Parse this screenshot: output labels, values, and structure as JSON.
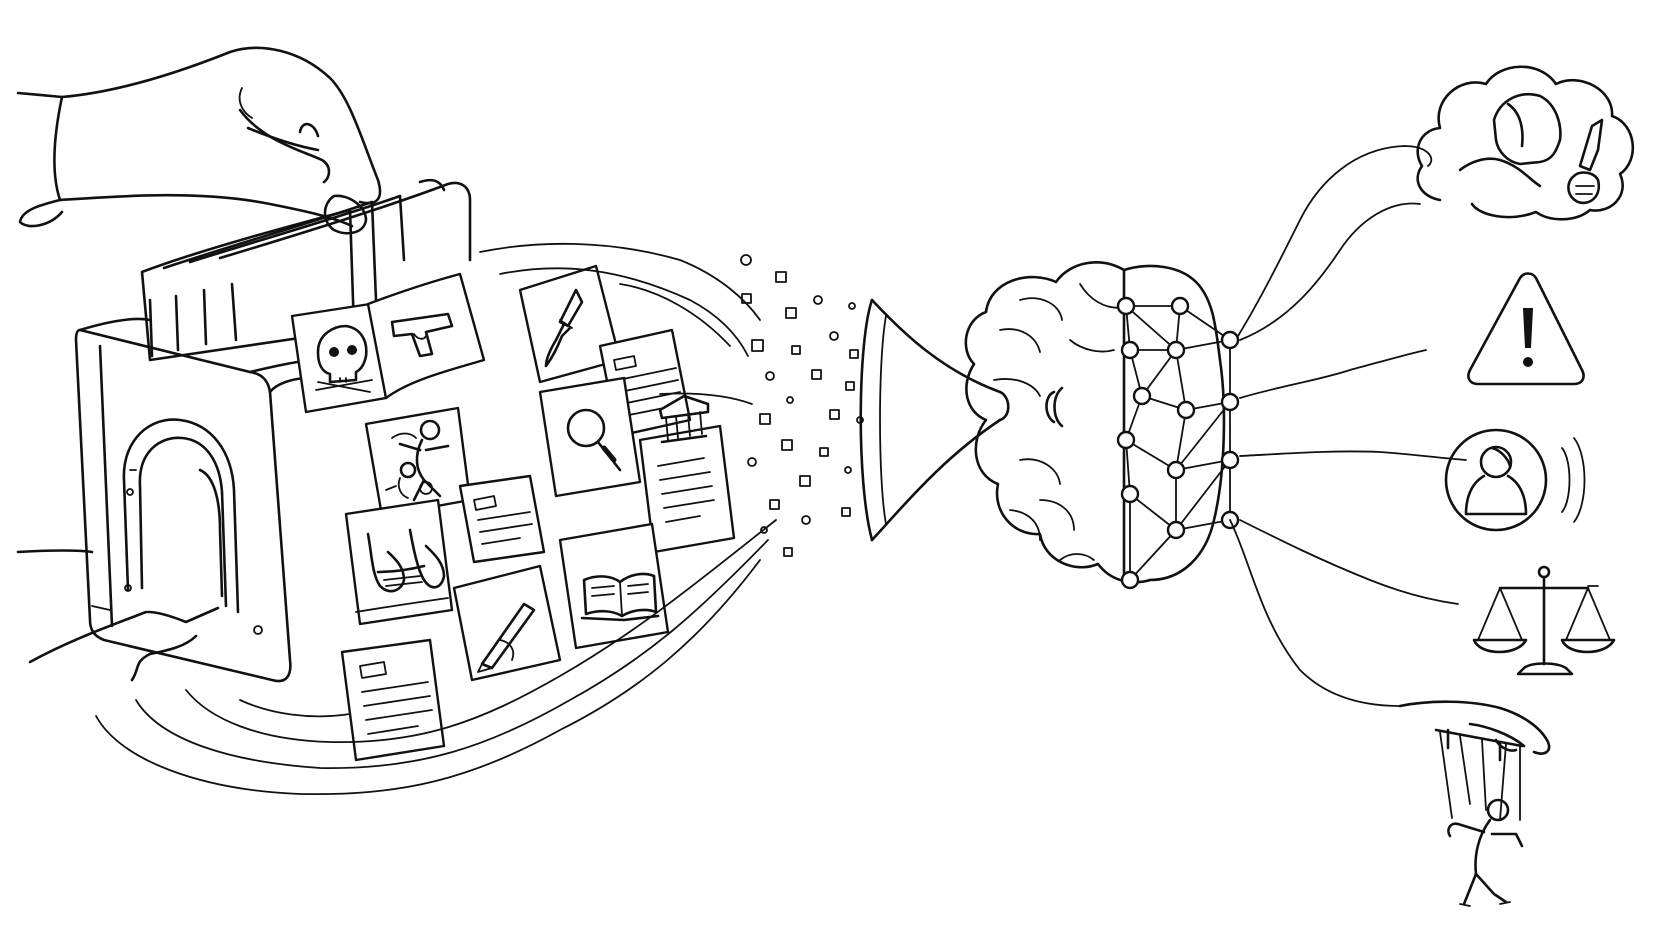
{
  "canvas": {
    "background": "#ffffff",
    "line_color": "#111111"
  },
  "illustration": {
    "style": "black line art on white",
    "panels": [
      "document-bin",
      "particle-stream",
      "funnel",
      "brain-network",
      "output-threads"
    ],
    "bin_documents": [
      "skull-icon",
      "pistol-icon",
      "knife-icon",
      "text-document",
      "courthouse-icon",
      "magnifier-icon",
      "figures-scene",
      "bound-hands",
      "pen-icon",
      "book-icon"
    ],
    "outputs": [
      "hooded-figure-with-knife",
      "warning-triangle-icon",
      "person-circle-icon",
      "scales-of-justice-icon",
      "puppeteer-hand-with-marionette"
    ]
  }
}
